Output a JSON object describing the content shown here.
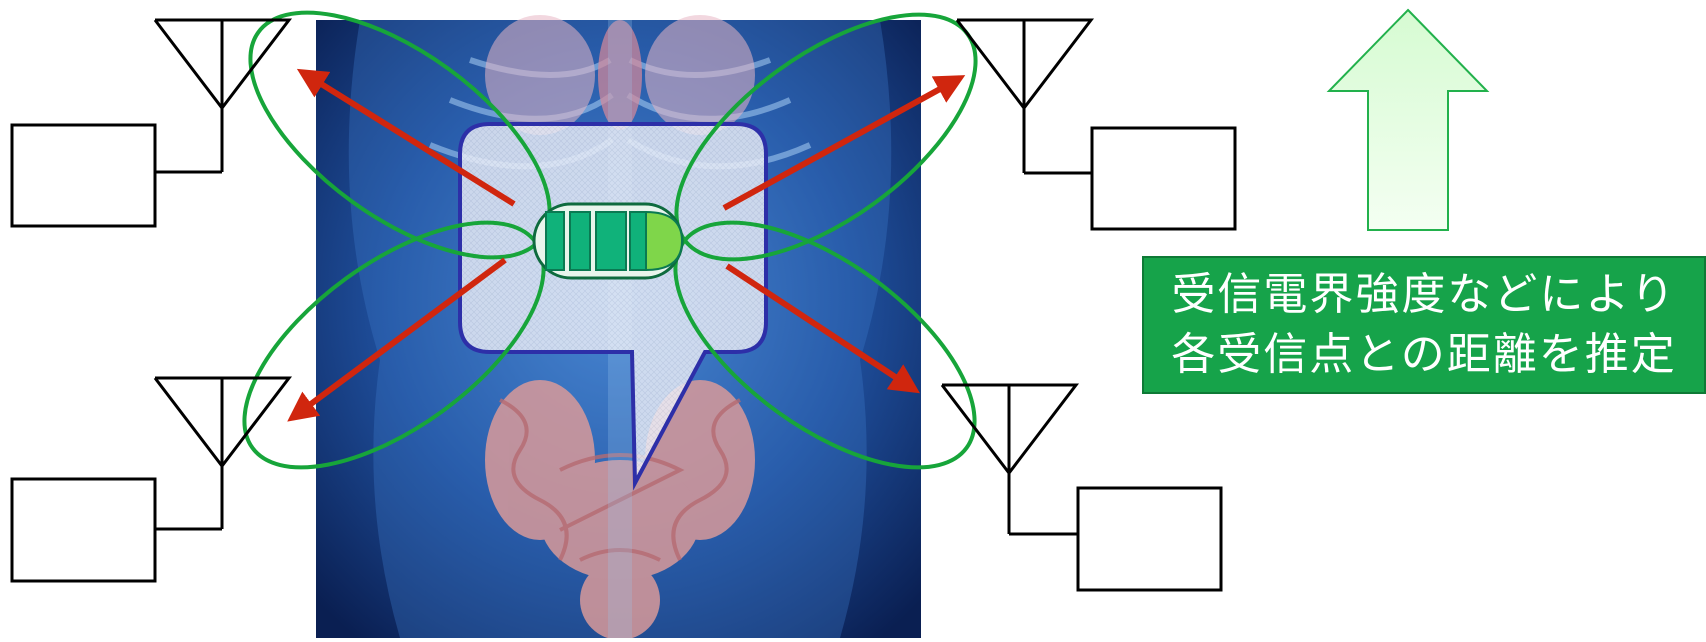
{
  "caption": {
    "line1": "受信電界強度などにより",
    "line2": "各受信点との距離を推定"
  },
  "colors": {
    "signal_arrow": "#d0260e",
    "radiation_lobe": "#17a53a",
    "up_arrow_fill": "#c8f7c4",
    "up_arrow_stroke": "#22b14c",
    "caption_bg": "#16a34a",
    "bubble_border": "#2d2fa8",
    "capsule_fill": "#10b27a",
    "body_background": "#0b2a66"
  },
  "icons": {
    "antenna": "antenna-icon",
    "receiver": "receiver-box",
    "capsule": "capsule-endoscope-icon",
    "up_arrow": "up-arrow-icon"
  }
}
